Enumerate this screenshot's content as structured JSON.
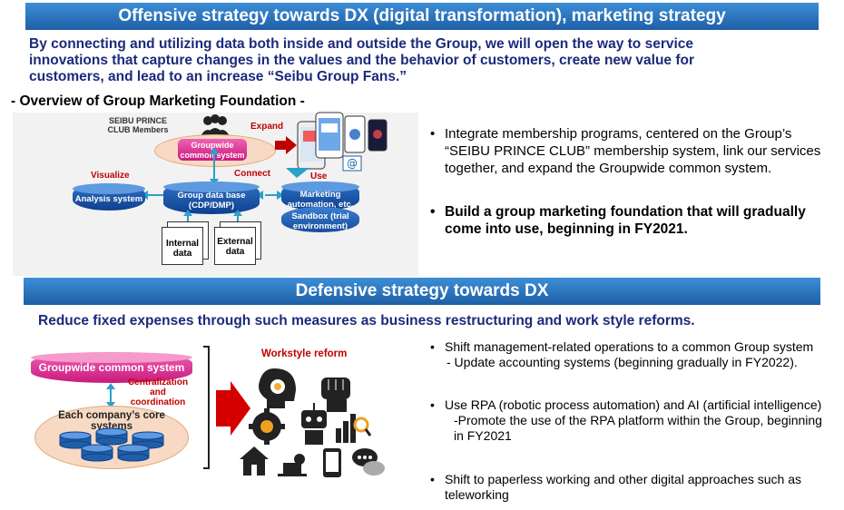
{
  "offensive": {
    "banner": "Offensive strategy towards DX (digital transformation), marketing strategy",
    "lead_line1": "By connecting and utilizing data both inside and outside the Group, we will open the way to service",
    "lead_line2": "innovations that capture changes in the values and the behavior of customers, create new value for",
    "lead_line3": "customers, and lead to an increase “Seibu Group Fans.”",
    "diagram": {
      "title": "- Overview of Group Marketing Foundation -",
      "members_label_1": "SEIBU PRINCE",
      "members_label_2": "CLUB Members",
      "groupwide_1": "Groupwide",
      "groupwide_2": "common system",
      "expand": "Expand",
      "visualize": "Visualize",
      "connect": "Connect",
      "use": "Use",
      "analysis": "Analysis system",
      "cdp_1": "Group data base",
      "cdp_2": "(CDP/DMP)",
      "marketing_1": "Marketing",
      "marketing_2": "automation, etc.",
      "sandbox_1": "Sandbox (trial",
      "sandbox_2": "environment)",
      "internal_1": "Internal",
      "internal_2": "data",
      "external_1": "External",
      "external_2": "data"
    },
    "bullets": [
      "Integrate membership programs, centered on the Group’s “SEIBU PRINCE CLUB” membership system, link our services together, and expand the Groupwide common system.",
      "Build a group marketing foundation that will gradually come into use, beginning in FY2021."
    ]
  },
  "defensive": {
    "banner": "Defensive strategy towards DX",
    "lead": "Reduce fixed expenses through such measures as business restructuring and work style reforms.",
    "diagram": {
      "groupwide": "Groupwide common system",
      "central_1": "Centralization",
      "central_2": "and",
      "central_3": "coordination",
      "core_1": "Each company’s core",
      "core_2": "systems",
      "workstyle": "Workstyle reform"
    },
    "bullets": [
      {
        "text": "Shift management-related operations to a common Group system",
        "sub": "- Update accounting systems (beginning gradually in FY2022)."
      },
      {
        "text": "Use RPA (robotic process automation) and AI (artificial intelligence)",
        "sub": "-Promote the use of the RPA platform within the Group, beginning in FY2021"
      },
      {
        "text": "Shift to paperless working and other digital approaches such as teleworking",
        "sub": ""
      }
    ]
  },
  "colors": {
    "banner": "#2a74c4",
    "navy": "#1b2a7a",
    "red": "#c00000",
    "pink": "#e8339a",
    "blue": "#1f5fa6"
  }
}
